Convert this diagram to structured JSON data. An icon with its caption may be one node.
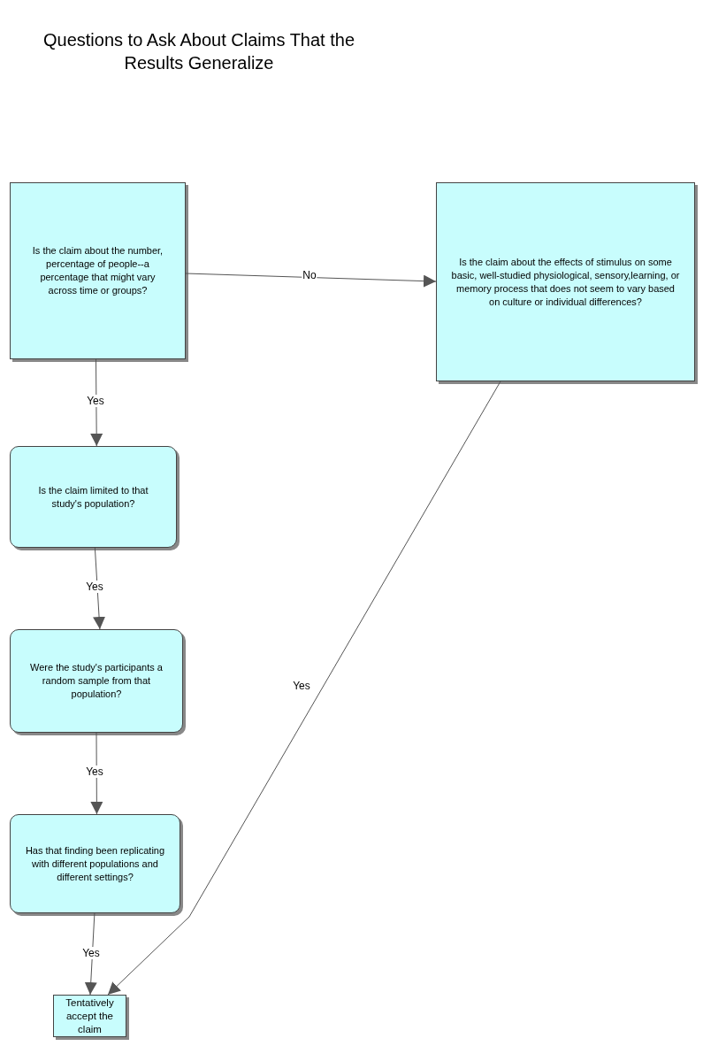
{
  "diagram": {
    "title": "Questions to Ask About Claims That the Results Generalize",
    "nodes": [
      {
        "text": [
          "Is the claim about the number, percentage of people--a percentage that might vary across time or groups?"
        ]
      },
      {
        "text": [
          "Is the claim about the effects of stimulus on some basic, well-studied physiological, sensory,learning, or memory process that does not seem to vary based on culture or individual differences?"
        ]
      },
      {
        "text": [
          "Is the claim limited to that study's population?"
        ]
      },
      {
        "text": [
          "Were the study's participants a random sample from that population?"
        ]
      },
      {
        "text": [
          "Has that finding been replicating with different populations and different settings?"
        ]
      },
      {
        "text": [
          "Tentatively accept the claim"
        ]
      }
    ],
    "edges": [
      {
        "from": 0,
        "to": 1,
        "arrow": "to",
        "label": "No"
      },
      {
        "from": 0,
        "to": 2,
        "arrow": "to",
        "label": "Yes"
      },
      {
        "from": 2,
        "to": 3,
        "arrow": "to",
        "label": "Yes"
      },
      {
        "from": 3,
        "to": 4,
        "arrow": "to",
        "label": "Yes"
      },
      {
        "from": 4,
        "to": 5,
        "arrow": "to",
        "label": "Yes"
      },
      {
        "from": 1,
        "to": 5,
        "arrow": "to",
        "label": "Yes"
      }
    ]
  }
}
